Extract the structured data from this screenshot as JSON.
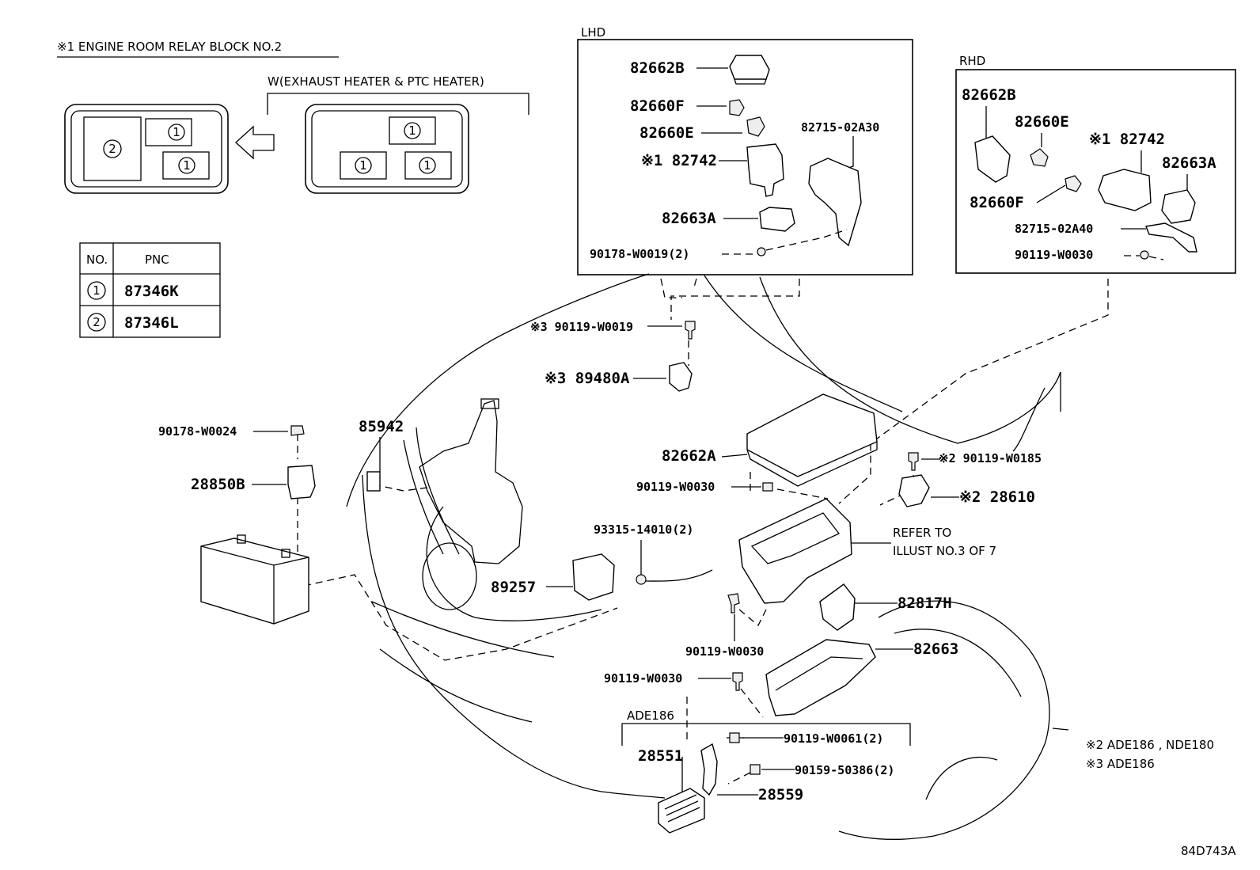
{
  "relay_block": {
    "title": "※1 ENGINE ROOM RELAY BLOCK NO.2",
    "variant_label": "W(EXHAUST HEATER & PTC HEATER)",
    "slot_one": "1",
    "slot_two": "2"
  },
  "pnc_table": {
    "header_no": "NO.",
    "header_pnc": "PNC",
    "rows": [
      {
        "no": "1",
        "pnc": "87346K"
      },
      {
        "no": "2",
        "pnc": "87346L"
      }
    ]
  },
  "lhd": {
    "title": "LHD",
    "parts": {
      "p82662B": "82662B",
      "p82660F": "82660F",
      "p82660E": "82660E",
      "p82715": "82715-02A30",
      "p82742": "※1 82742",
      "p82663A": "82663A",
      "p90178": "90178-W0019(2)"
    }
  },
  "rhd": {
    "title": "RHD",
    "parts": {
      "p82662B": "82662B",
      "p82660E": "82660E",
      "p82742": "※1 82742",
      "p82663A": "82663A",
      "p82660F": "82660F",
      "p82715": "82715-02A40",
      "p90119": "90119-W0030"
    }
  },
  "main": {
    "p90119_w0019": "※3 90119-W0019",
    "p89480A": "※3 89480A",
    "p90178_w0024": "90178-W0024",
    "p85942": "85942",
    "p28850B": "28850B",
    "p82662A": "82662A",
    "p90119_w0185": "※2 90119-W0185",
    "p90119_w0030_a": "90119-W0030",
    "p28610": "※2 28610",
    "p93315": "93315-14010(2)",
    "refer_1": "REFER TO",
    "refer_2": "ILLUST NO.3 OF 7",
    "p89257": "89257",
    "p82817H": "82817H",
    "p90119_w0030_b": "90119-W0030",
    "p82663": "82663",
    "p90119_w0030_c": "90119-W0030"
  },
  "ade186": {
    "title": "ADE186",
    "p28551": "28551",
    "p90119_w0061": "90119-W0061(2)",
    "p90159": "90159-50386(2)",
    "p28559": "28559"
  },
  "notes": {
    "note2": "※2  ADE186 , NDE180",
    "note3": "※3  ADE186"
  },
  "figure_id": "84D743A"
}
